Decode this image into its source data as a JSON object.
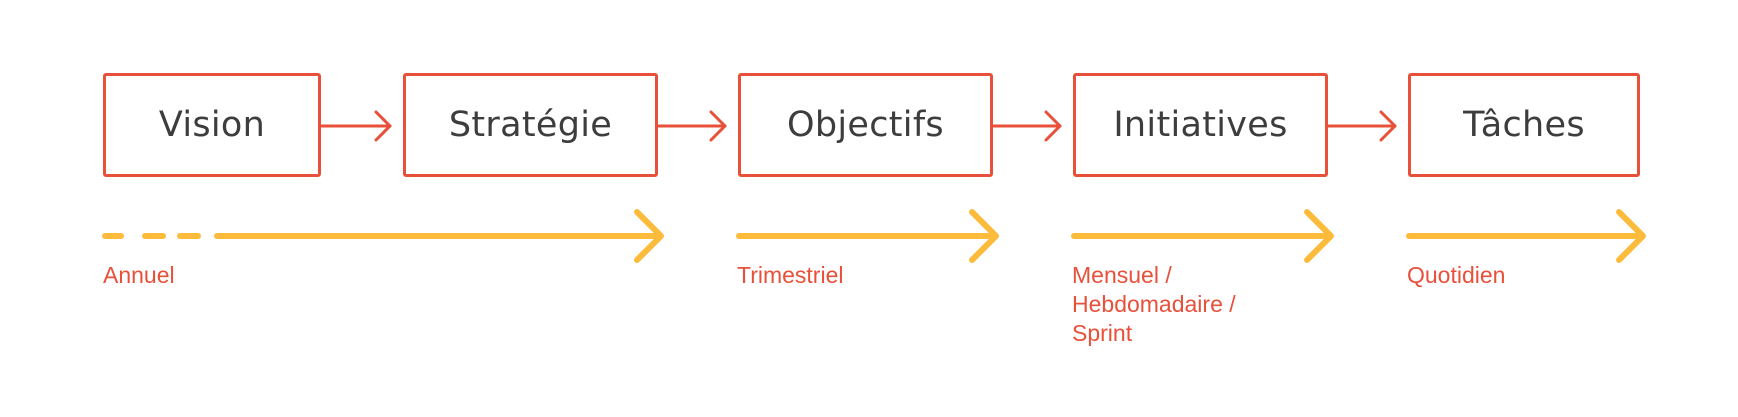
{
  "colors": {
    "stage_border": "#e8503a",
    "stage_text": "#3d3d3d",
    "stage_arrow": "#e8503a",
    "timeline": "#fdbb3c",
    "cadence_text": "#e8503a"
  },
  "stages": [
    {
      "label": "Vision"
    },
    {
      "label": "Stratégie"
    },
    {
      "label": "Objectifs"
    },
    {
      "label": "Initiatives"
    },
    {
      "label": "Tâches"
    }
  ],
  "cadences": [
    {
      "label": "Annuel"
    },
    {
      "label": "Trimestriel"
    },
    {
      "label": "Mensuel /\nHebdomadaire /\nSprint"
    },
    {
      "label": "Quotidien"
    }
  ]
}
